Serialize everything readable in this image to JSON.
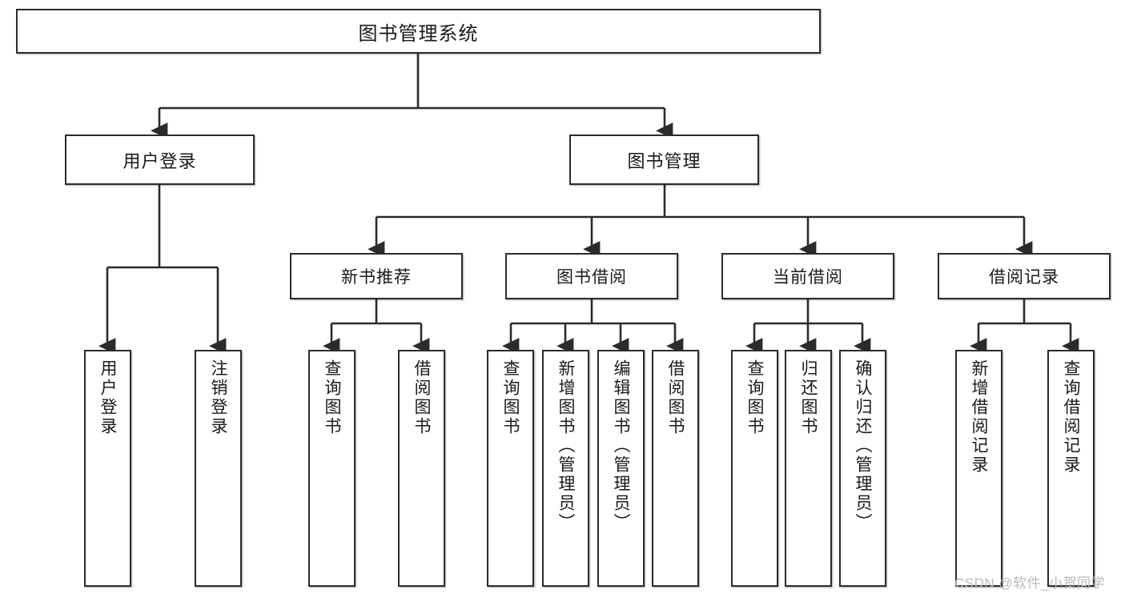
{
  "diagram": {
    "type": "tree-hierarchy-chart",
    "root": {
      "label": "图书管理系统"
    },
    "level1": [
      {
        "id": "user-login",
        "label": "用户登录"
      },
      {
        "id": "book-manage",
        "label": "图书管理"
      }
    ],
    "level2": [
      {
        "id": "new-book-recommend",
        "label": "新书推荐",
        "parent": "book-manage"
      },
      {
        "id": "book-borrow",
        "label": "图书借阅",
        "parent": "book-manage"
      },
      {
        "id": "current-borrow",
        "label": "当前借阅",
        "parent": "book-manage"
      },
      {
        "id": "borrow-record",
        "label": "借阅记录",
        "parent": "book-manage"
      }
    ],
    "leaves": [
      {
        "id": "leaf-user-login",
        "label": "用户登录",
        "parent": "user-login"
      },
      {
        "id": "leaf-logout",
        "label": "注销登录",
        "parent": "user-login"
      },
      {
        "id": "leaf-query-book-1",
        "label": "查询图书",
        "parent": "new-book-recommend"
      },
      {
        "id": "leaf-borrow-book-1",
        "label": "借阅图书",
        "parent": "new-book-recommend"
      },
      {
        "id": "leaf-query-book-2",
        "label": "查询图书",
        "parent": "book-borrow"
      },
      {
        "id": "leaf-add-book",
        "label": "新增图书（管理员）",
        "parent": "book-borrow"
      },
      {
        "id": "leaf-edit-book",
        "label": "编辑图书（管理员）",
        "parent": "book-borrow"
      },
      {
        "id": "leaf-borrow-book-2",
        "label": "借阅图书",
        "parent": "book-borrow"
      },
      {
        "id": "leaf-query-book-3",
        "label": "查询图书",
        "parent": "current-borrow"
      },
      {
        "id": "leaf-return-book",
        "label": "归还图书",
        "parent": "current-borrow"
      },
      {
        "id": "leaf-confirm-return",
        "label": "确认归还（管理员）",
        "parent": "current-borrow"
      },
      {
        "id": "leaf-add-record",
        "label": "新增借阅记录",
        "parent": "borrow-record"
      },
      {
        "id": "leaf-query-record",
        "label": "查询借阅记录",
        "parent": "borrow-record"
      }
    ],
    "colors": {
      "stroke": "#2b2b2b",
      "box_fill": "#ffffff",
      "text": "#1a1a1a",
      "watermark": "#b9b9b9",
      "background": "#ffffff"
    }
  },
  "watermark": {
    "text": "CSDN @软件_小贺同学"
  }
}
